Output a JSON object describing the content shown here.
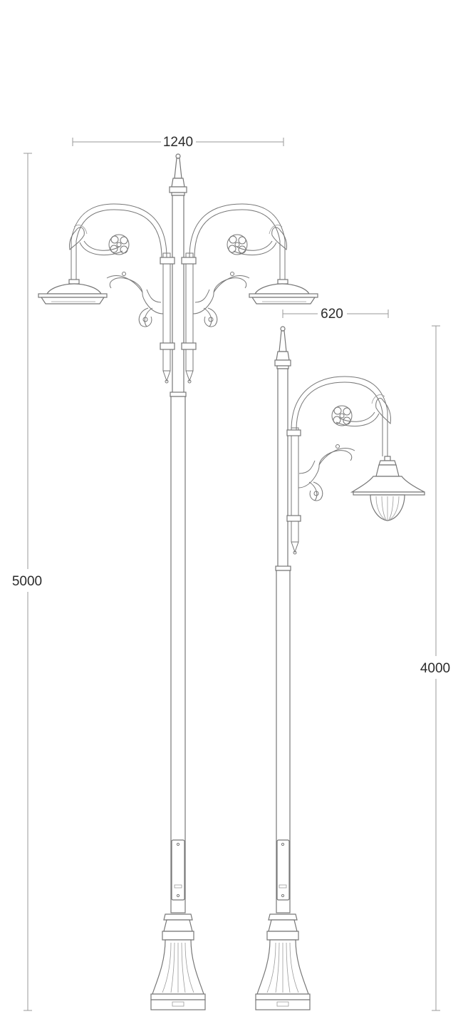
{
  "dimensions": {
    "double_arm_width": "1240",
    "single_arm_width": "620",
    "double_pole_height": "5000",
    "single_pole_height": "4000"
  },
  "colors": {
    "line": "#777777",
    "dimension_line": "#9a9a9a",
    "text": "#2b2b2b"
  }
}
